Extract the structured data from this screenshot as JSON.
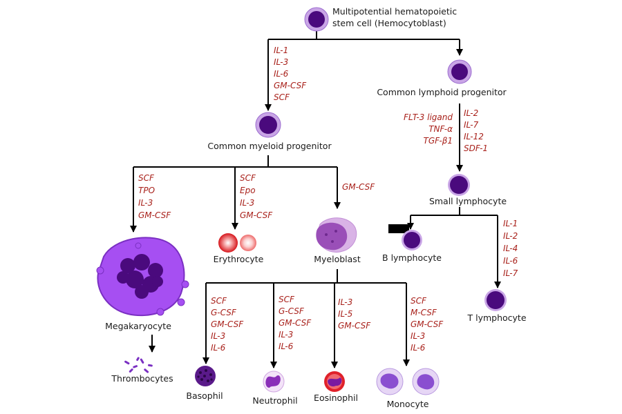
{
  "nodes": {
    "stem_cell": [
      "Multipotential hematopoietic",
      "stem cell   (Hemocytoblast)"
    ],
    "lymphoid_progenitor": "Common lymphoid progenitor",
    "myeloid_progenitor": "Common myeloid progenitor",
    "small_lymphocyte": "Small lymphocyte",
    "b_lymphocyte": "B lymphocyte",
    "t_lymphocyte": "T lymphocyte",
    "megakaryocyte": "Megakaryocyte",
    "thrombocytes": "Thrombocytes",
    "erythrocyte": "Erythrocyte",
    "myeloblast": "Myeloblast",
    "basophil": "Basophil",
    "neutrophil": "Neutrophil",
    "eosinophil": "Eosinophil",
    "monocyte": "Monocyte"
  },
  "factors": {
    "to_myeloid": [
      "IL-1",
      "IL-3",
      "IL-6",
      "GM-CSF",
      "SCF"
    ],
    "to_small_lymphocyte_left": [
      "FLT-3 ligand",
      "TNF-α",
      "TGF-β1"
    ],
    "to_small_lymphocyte_right": [
      "IL-2",
      "IL-7",
      "IL-12",
      "SDF-1"
    ],
    "to_t_lymphocyte": [
      "IL-1",
      "IL-2",
      "IL-4",
      "IL-6",
      "IL-7"
    ],
    "to_megakaryocyte": [
      "SCF",
      "TPO",
      "IL-3",
      "GM-CSF"
    ],
    "to_erythrocyte": [
      "SCF",
      "Epo",
      "IL-3",
      "GM-CSF"
    ],
    "to_myeloblast": [
      "GM-CSF"
    ],
    "to_basophil": [
      "SCF",
      "G-CSF",
      "GM-CSF",
      "IL-3",
      "IL-6"
    ],
    "to_neutrophil": [
      "SCF",
      "G-CSF",
      "GM-CSF",
      "IL-3",
      "IL-6"
    ],
    "to_eosinophil": [
      "IL-3",
      "IL-5",
      "GM-CSF"
    ],
    "to_monocyte": [
      "SCF",
      "M-CSF",
      "GM-CSF",
      "IL-3",
      "IL-6"
    ]
  },
  "colors": {
    "cell_ring": "#c9a5e6",
    "cell_core": "#4a0a7d",
    "megakaryocyte": "#a64ff2",
    "erythrocyte": "#e0212a",
    "factor_text": "#a8201a"
  }
}
